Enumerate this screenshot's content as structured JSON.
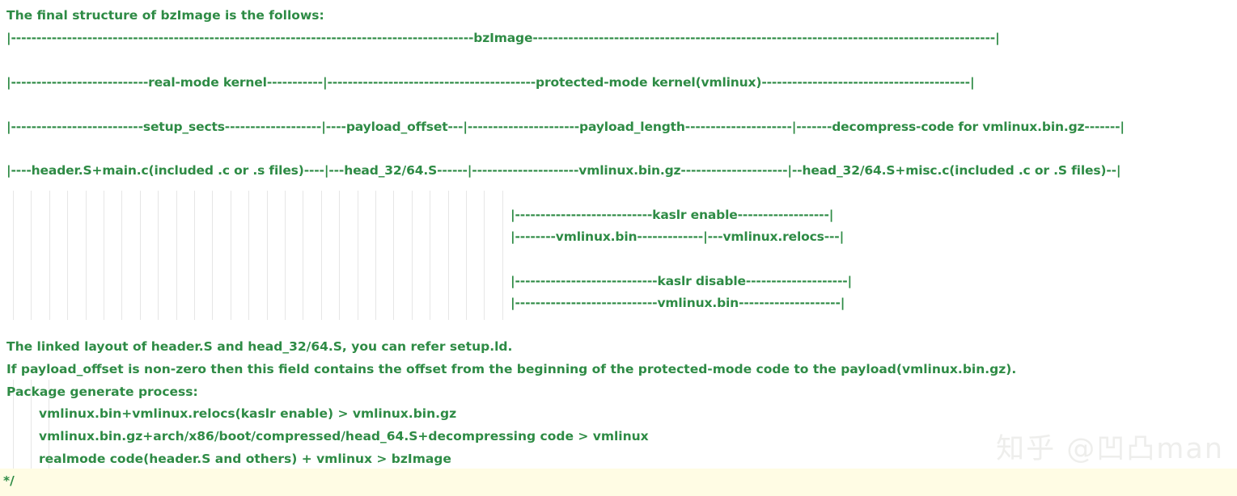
{
  "editor": {
    "language": "c-comment",
    "text_color": "#2e8b45",
    "background_color": "#ffffff",
    "current_line_highlight_color": "#fffce4",
    "indent_guide_color": "#e6e6e6"
  },
  "watermark": {
    "text": "知乎 @凹凸man",
    "color": "#eeeeec"
  },
  "content": {
    "intro": "The final structure of bzImage is the follows:",
    "diagram_rows": [
      {
        "name": "bzimage-row",
        "text": "|-------------------------------------------------------------------------------------------bzImage-------------------------------------------------------------------------------------------|"
      },
      {
        "name": "kernel-split-row",
        "text": "|---------------------------real-mode kernel-----------|-----------------------------------------protected-mode kernel(vmlinux)-----------------------------------------|"
      },
      {
        "name": "sects-offset-length-row",
        "text": "|--------------------------setup_sects-------------------|----payload_offset---|----------------------payload_length---------------------|-------decompress-code for vmlinux.bin.gz-------|"
      },
      {
        "name": "source-files-row",
        "text": "|----header.S+main.c(included .c or .s files)----|---head_32/64.S------|---------------------vmlinux.bin.gz---------------------|--head_32/64.S+misc.c(included .c or .S files)--|"
      }
    ],
    "kaslr_enable_block": [
      {
        "name": "kaslr-enable-row",
        "text": "|---------------------------kaslr enable------------------|"
      },
      {
        "name": "kaslr-enable-parts-row",
        "text": "|--------vmlinux.bin-------------|---vmlinux.relocs---|"
      }
    ],
    "kaslr_disable_block": [
      {
        "name": "kaslr-disable-row",
        "text": "|----------------------------kaslr disable--------------------|"
      },
      {
        "name": "kaslr-disable-parts-row",
        "text": "|----------------------------vmlinux.bin--------------------|"
      }
    ],
    "notes": [
      {
        "name": "note-linked-layout",
        "text": "The linked layout of header.S and head_32/64.S, you can refer setup.ld."
      },
      {
        "name": "note-payload-offset",
        "text": "If payload_offset is non-zero then this field contains the offset from the beginning of the protected-mode code to the payload(vmlinux.bin.gz)."
      },
      {
        "name": "note-package-generate-process",
        "text": "Package generate process:"
      }
    ],
    "package_steps": [
      {
        "name": "step-vmlinux-bin-gz",
        "text": "vmlinux.bin+vmlinux.relocs(kaslr enable) > vmlinux.bin.gz"
      },
      {
        "name": "step-vmlinux",
        "text": "vmlinux.bin.gz+arch/x86/boot/compressed/head_64.S+decompressing code > vmlinux"
      },
      {
        "name": "step-bzimage",
        "text": "realmode code(header.S and others) + vmlinux > bzImage"
      }
    ],
    "comment_end": "*/"
  }
}
